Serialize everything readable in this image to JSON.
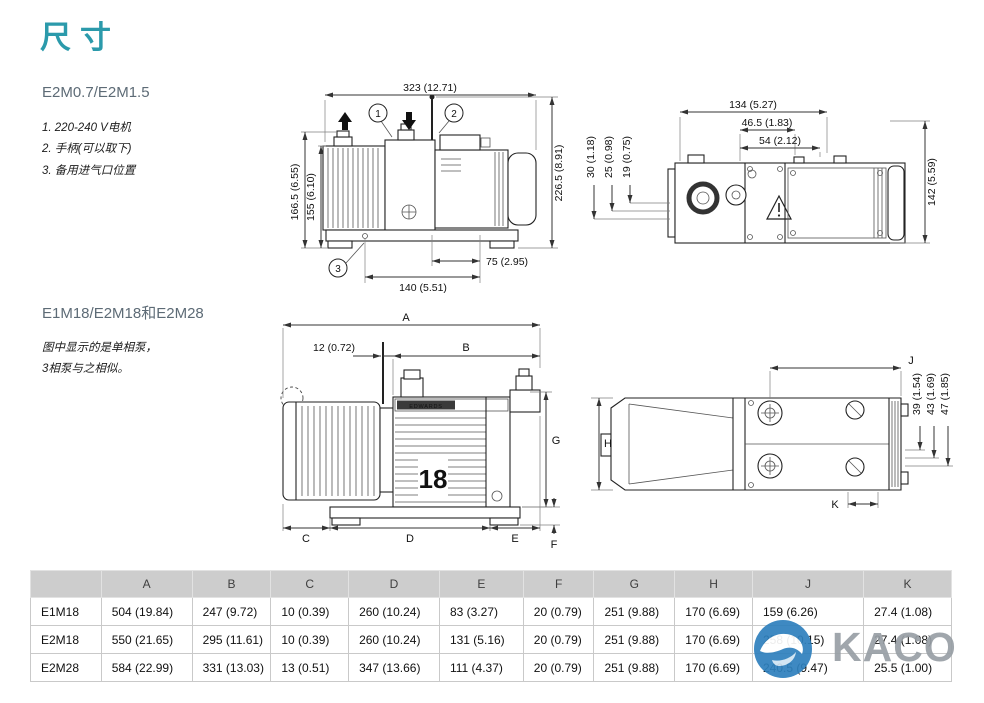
{
  "title": "尺寸",
  "section1": {
    "heading": "E2M0.7/E2M1.5",
    "notes": [
      "1. 220-240 V电机",
      "2. 手柄(可以取下)",
      "3. 备用进气口位置"
    ]
  },
  "section2": {
    "heading": "E1M18/E2M18和E2M28",
    "notes": [
      "图中显示的是单相泵，",
      "3相泵与之相似。"
    ]
  },
  "drawing1": {
    "dim_top": "323 (12.71)",
    "dim_left_outer": "166.5 (6.55)",
    "dim_left_inner": "155 (6.10)",
    "dim_right": "226.5 (8.91)",
    "dim_bottom_inner": "75 (2.95)",
    "dim_bottom": "140 (5.51)",
    "callout_1": "1",
    "callout_2": "2",
    "callout_3": "3"
  },
  "drawing2": {
    "dim_width_total": "134 (5.27)",
    "dim_width_mid": "46.5 (1.83)",
    "dim_width_inner": "54 (2.12)",
    "dim_offset_1": "30 (1.18)",
    "dim_offset_2": "25 (0.98)",
    "dim_offset_3": "19 (0.75)",
    "dim_height": "142 (5.59)"
  },
  "drawing3": {
    "dim_A": "A",
    "dim_B": "B",
    "dim_C": "C",
    "dim_D": "D",
    "dim_E": "E",
    "dim_F": "F",
    "dim_G": "G",
    "dim_offset": "12 (0.72)",
    "model_badge": "18",
    "brand": "EDWARDS"
  },
  "drawing4": {
    "dim_H": "H",
    "dim_J": "J",
    "dim_K": "K",
    "dim_port_1": "39 (1.54)",
    "dim_port_2": "43 (1.69)",
    "dim_port_3": "47 (1.85)"
  },
  "table": {
    "headers": [
      "",
      "A",
      "B",
      "C",
      "D",
      "E",
      "F",
      "G",
      "H",
      "J",
      "K"
    ],
    "rows": [
      [
        "E1M18",
        "504 (19.84)",
        "247 (9.72)",
        "10 (0.39)",
        "260 (10.24)",
        "83 (3.27)",
        "20 (0.79)",
        "251 (9.88)",
        "170 (6.69)",
        "159 (6.26)",
        "27.4 (1.08)"
      ],
      [
        "E2M18",
        "550 (21.65)",
        "295 (11.61)",
        "10 (0.39)",
        "260 (10.24)",
        "131 (5.16)",
        "20 (0.79)",
        "251 (9.88)",
        "170 (6.69)",
        "258 (10.15)",
        "27.4 (1.08)"
      ],
      [
        "E2M28",
        "584 (22.99)",
        "331 (13.03)",
        "13 (0.51)",
        "347 (13.66)",
        "111 (4.37)",
        "20 (0.79)",
        "251 (9.88)",
        "170 (6.69)",
        "240.5 (9.47)",
        "25.5 (1.00)"
      ]
    ]
  },
  "watermark": {
    "brand": "KACO"
  },
  "colors": {
    "title": "#2b9aab",
    "heading": "#5d6b76",
    "table_header_bg": "#cdcdcd",
    "logo_blue": "#2e80bd"
  }
}
